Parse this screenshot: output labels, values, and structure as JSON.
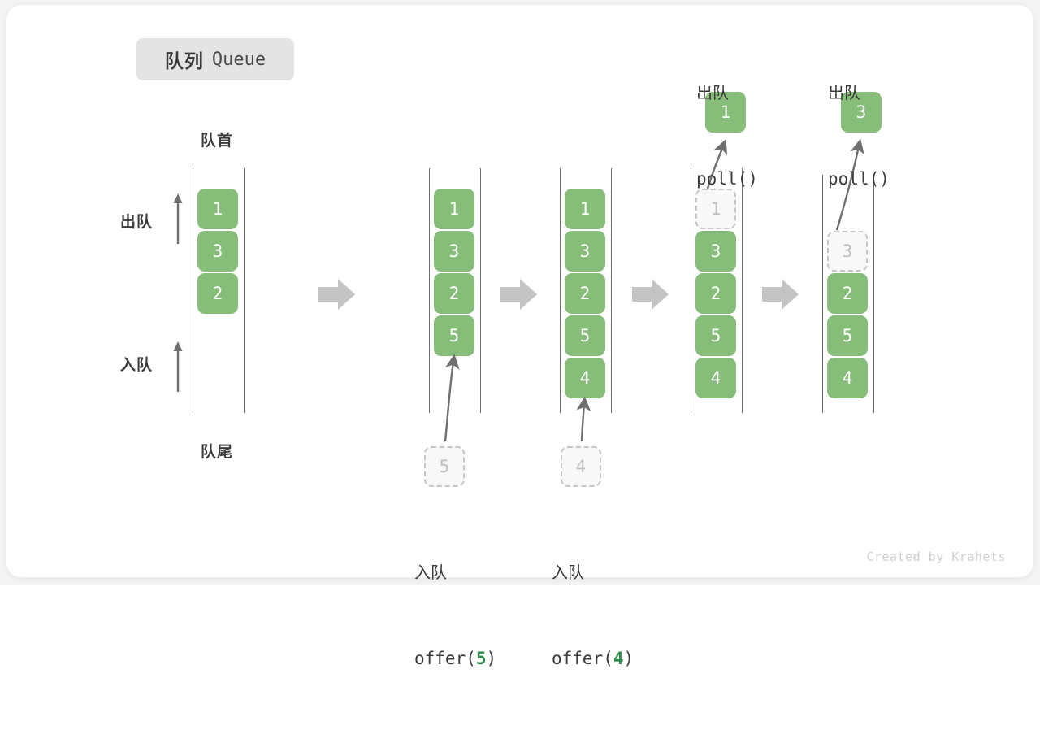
{
  "title": {
    "cn": "队列",
    "en": "Queue"
  },
  "labels": {
    "head": "队首",
    "tail": "队尾",
    "dequeue": "出队",
    "enqueue": "入队"
  },
  "colors": {
    "element_green": "#86bd79",
    "ghost_fill": "#f8f8f8",
    "ghost_border": "#c6c6c6",
    "rail": "#6f6f6f",
    "step_arrow": "#c4c4c4",
    "badge_bg": "#e4e4e4",
    "text": "#3b3b3b",
    "code_arg": "#2e8b48"
  },
  "steps": [
    {
      "id": "state-initial",
      "elements": [
        "1",
        "3",
        "2"
      ],
      "ghost_index": null,
      "caption_cn": null,
      "caption_code": null
    },
    {
      "id": "state-after-offer-5",
      "elements": [
        "1",
        "3",
        "2",
        "5"
      ],
      "ghost_index": null,
      "caption_cn": "入队",
      "caption_code_prefix": "offer(",
      "caption_code_arg": "5",
      "caption_code_suffix": ")",
      "incoming_value": "5"
    },
    {
      "id": "state-after-offer-4",
      "elements": [
        "1",
        "3",
        "2",
        "5",
        "4"
      ],
      "ghost_index": null,
      "caption_cn": "入队",
      "caption_code_prefix": "offer(",
      "caption_code_arg": "4",
      "caption_code_suffix": ")",
      "incoming_value": "4"
    },
    {
      "id": "state-after-poll-1",
      "elements": [
        "1",
        "3",
        "2",
        "5",
        "4"
      ],
      "ghost_index": 0,
      "caption_cn": "出队",
      "caption_code_prefix": "poll(",
      "caption_code_arg": "",
      "caption_code_suffix": ")",
      "popped_value": "1"
    },
    {
      "id": "state-after-poll-3",
      "elements": [
        "3",
        "2",
        "5",
        "4"
      ],
      "ghost_index": 0,
      "caption_cn": "出队",
      "caption_code_prefix": "poll(",
      "caption_code_arg": "",
      "caption_code_suffix": ")",
      "popped_value": "3"
    }
  ],
  "queue1": {
    "items": [
      "1",
      "3",
      "2"
    ]
  },
  "queue2": {
    "items": [
      "1",
      "3",
      "2",
      "5"
    ],
    "incoming": "5"
  },
  "queue3": {
    "items": [
      "1",
      "3",
      "2",
      "5",
      "4"
    ],
    "incoming": "4"
  },
  "queue4": {
    "ghost": "1",
    "items": [
      "3",
      "2",
      "5",
      "4"
    ],
    "popped": "1"
  },
  "queue5": {
    "ghost": "3",
    "items": [
      "2",
      "5",
      "4"
    ],
    "popped": "3"
  },
  "captions": {
    "offer5_cn": "入队",
    "offer5_code_pre": "offer(",
    "offer5_code_arg": "5",
    "offer5_code_post": ")",
    "offer4_cn": "入队",
    "offer4_code_pre": "offer(",
    "offer4_code_arg": "4",
    "offer4_code_post": ")",
    "poll1_cn": "出队",
    "poll1_code": "poll()",
    "poll2_cn": "出队",
    "poll2_code": "poll()"
  },
  "signature": "Created by Krahets"
}
